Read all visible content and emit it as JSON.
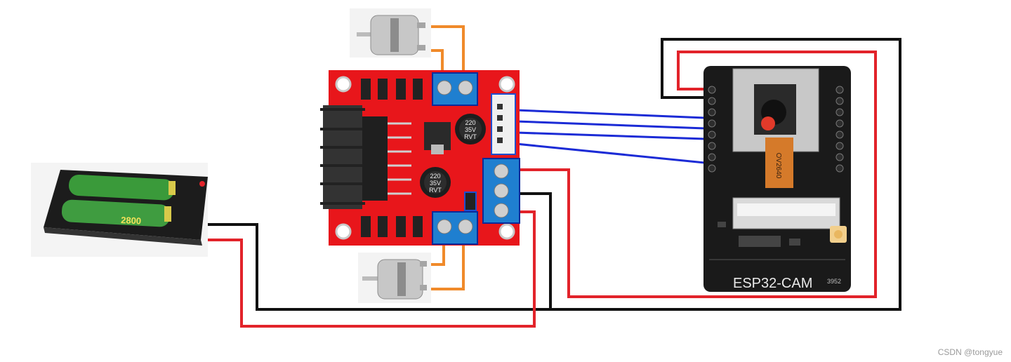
{
  "labels": {
    "module_title": "ESP32-CAM",
    "module_code": "3952",
    "cap_top": [
      "220",
      "35V",
      "RVT"
    ],
    "cap_bottom": [
      "220",
      "35V",
      "RVT"
    ],
    "battery_text_1": "2800",
    "camera_ribbon": "OV2640",
    "watermark": "CSDN @tongyue"
  },
  "colors": {
    "positive_wire": "#e2232a",
    "ground_wire": "#111111",
    "signal_wire": "#1b2bd6",
    "motor_wire": "#f08a2a",
    "driver_board": "#e8161b",
    "terminal_block": "#1f7fd0",
    "cam_board": "#1a1a1a"
  },
  "icons": [
    "battery-holder-icon",
    "dc-motor-icon",
    "l298n-driver-icon",
    "esp32-cam-icon"
  ]
}
